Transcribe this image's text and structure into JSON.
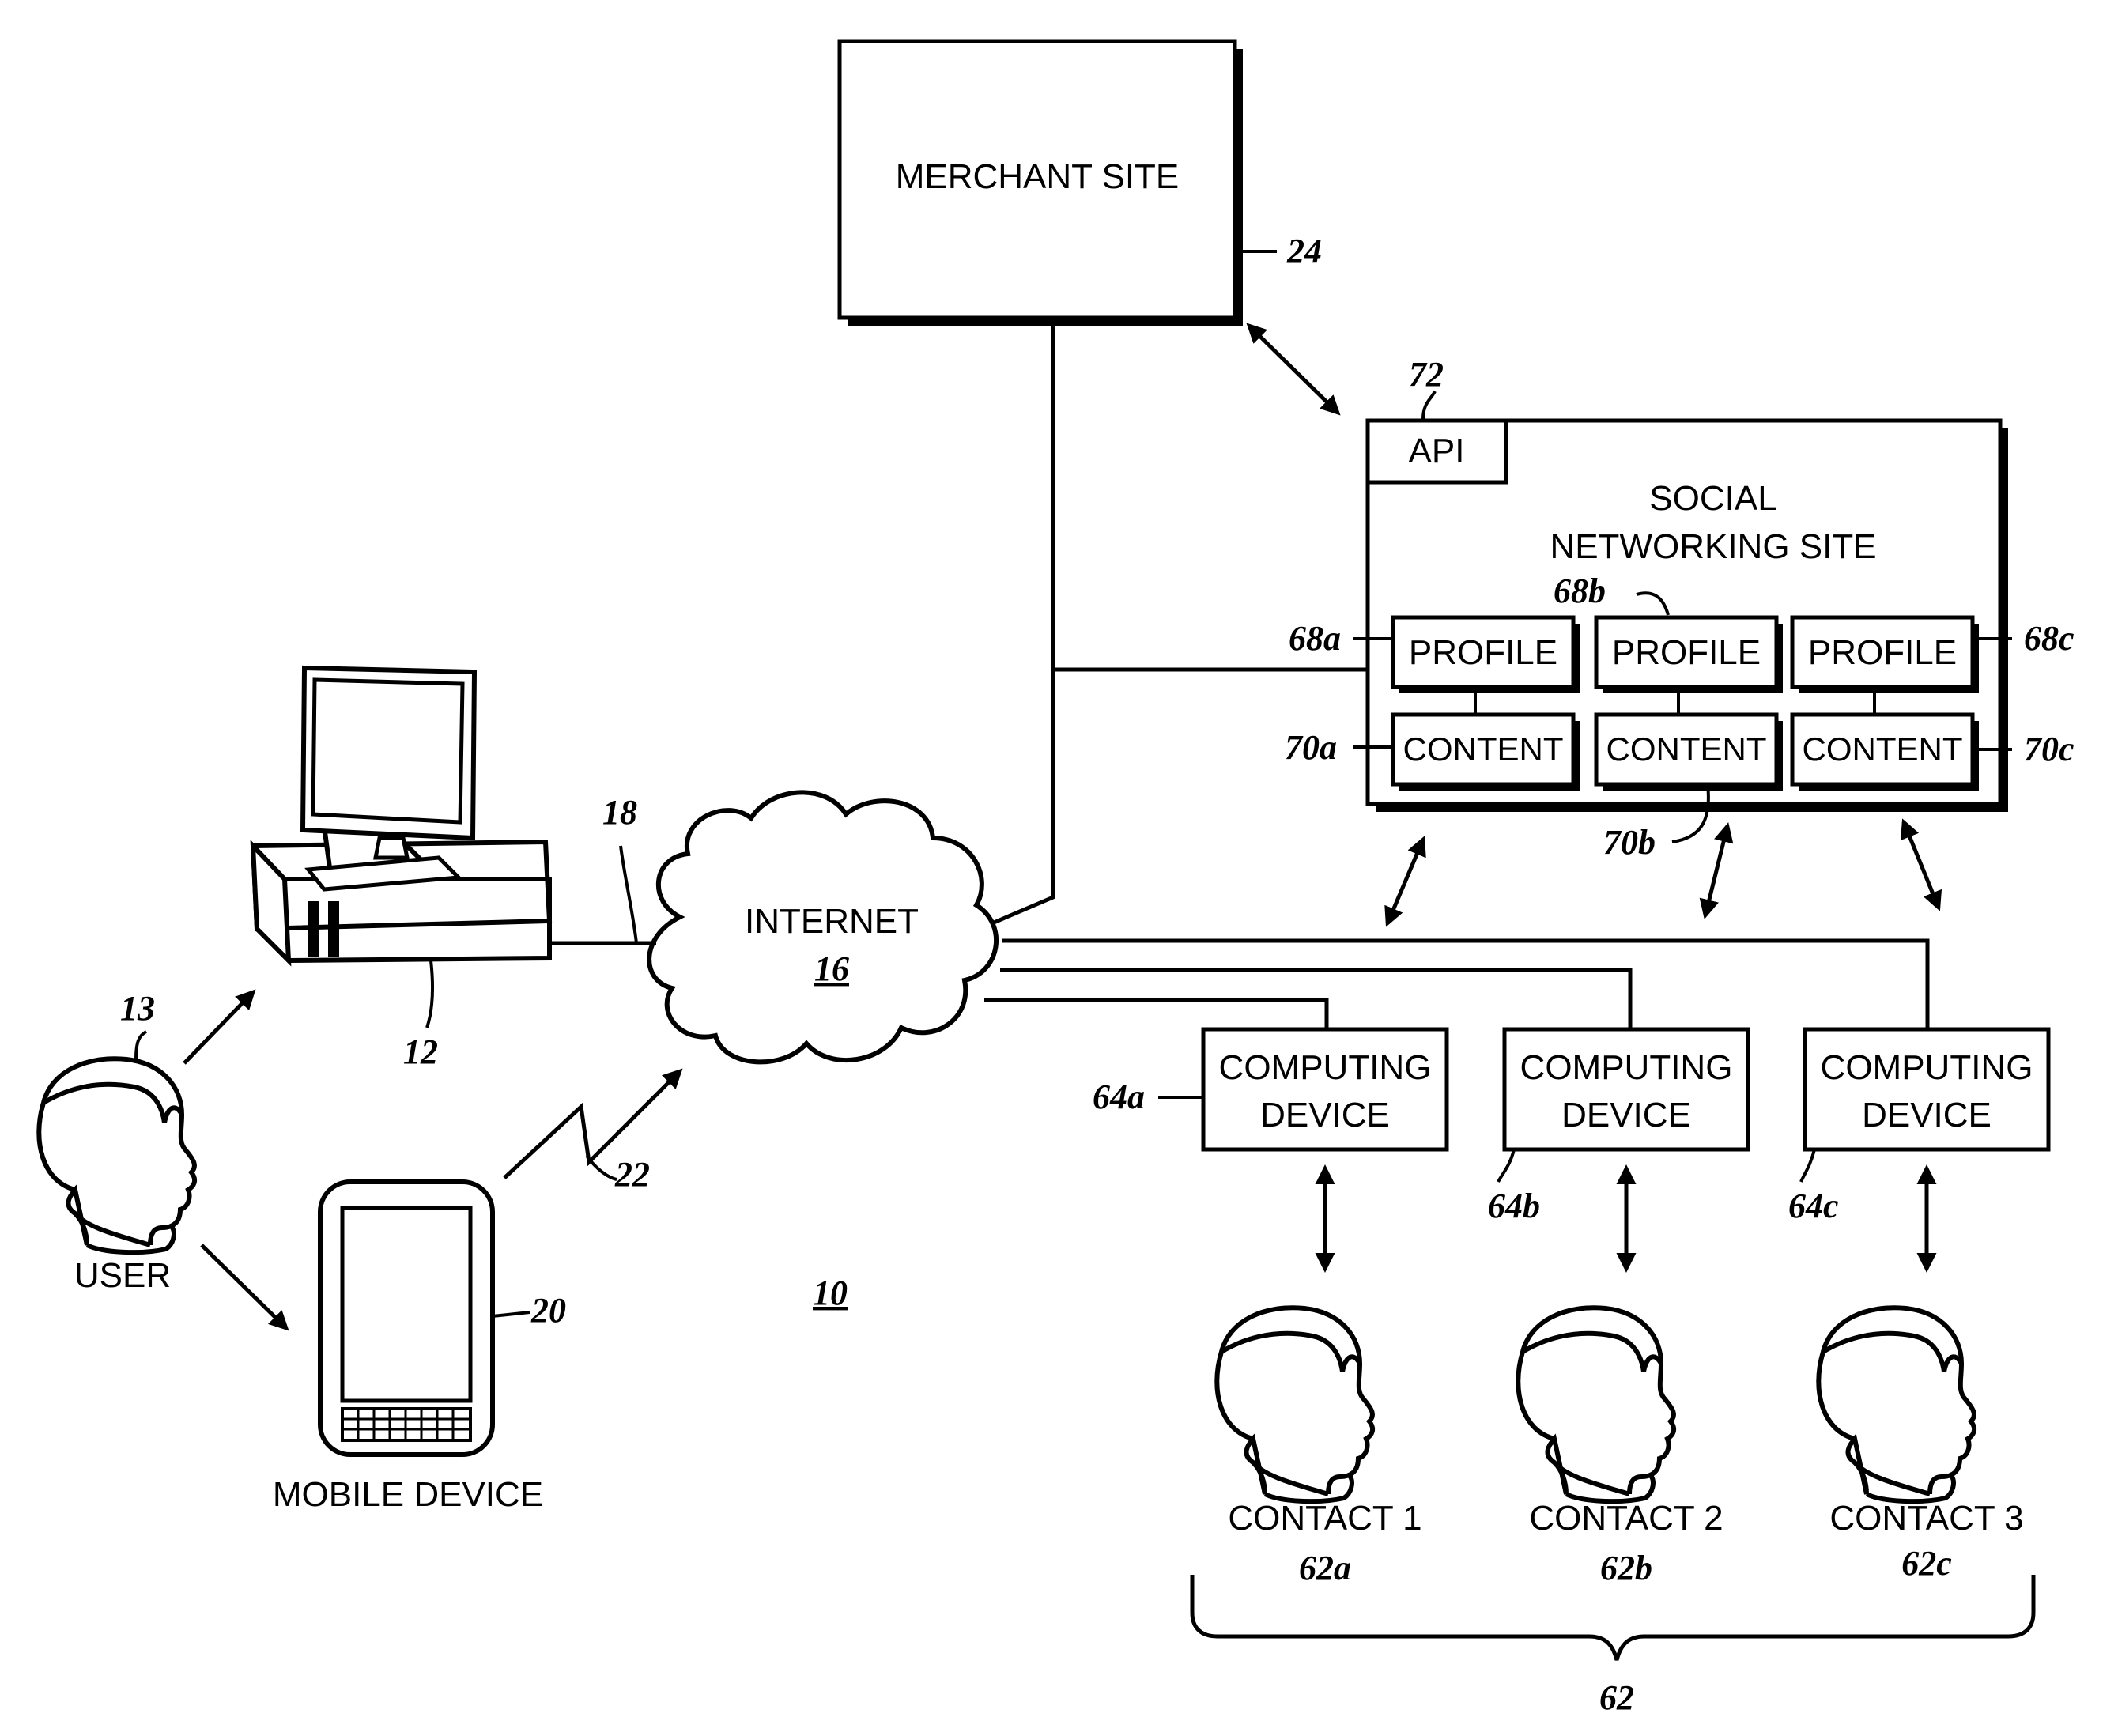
{
  "merchant": {
    "label": "MERCHANT SITE",
    "ref": "24"
  },
  "social": {
    "title_line1": "SOCIAL",
    "title_line2": "NETWORKING SITE",
    "api_label": "API",
    "api_ref": "72",
    "profile_label": "PROFILE",
    "content_label": "CONTENT",
    "profile_refs": [
      "68a",
      "68b",
      "68c"
    ],
    "content_refs": [
      "70a",
      "70b",
      "70c"
    ]
  },
  "internet": {
    "label": "INTERNET",
    "ref": "16"
  },
  "computer": {
    "ref": "12",
    "link_ref": "18"
  },
  "mobile": {
    "label": "MOBILE DEVICE",
    "ref": "20",
    "link_ref": "22"
  },
  "user": {
    "label": "USER",
    "ref": "13"
  },
  "system_ref": "10",
  "devices": {
    "line1": "COMPUTING",
    "line2": "DEVICE",
    "refs": [
      "64a",
      "64b",
      "64c"
    ]
  },
  "contacts": {
    "labels": [
      "CONTACT 1",
      "CONTACT 2",
      "CONTACT 3"
    ],
    "refs": [
      "62a",
      "62b",
      "62c"
    ],
    "group_ref": "62"
  }
}
